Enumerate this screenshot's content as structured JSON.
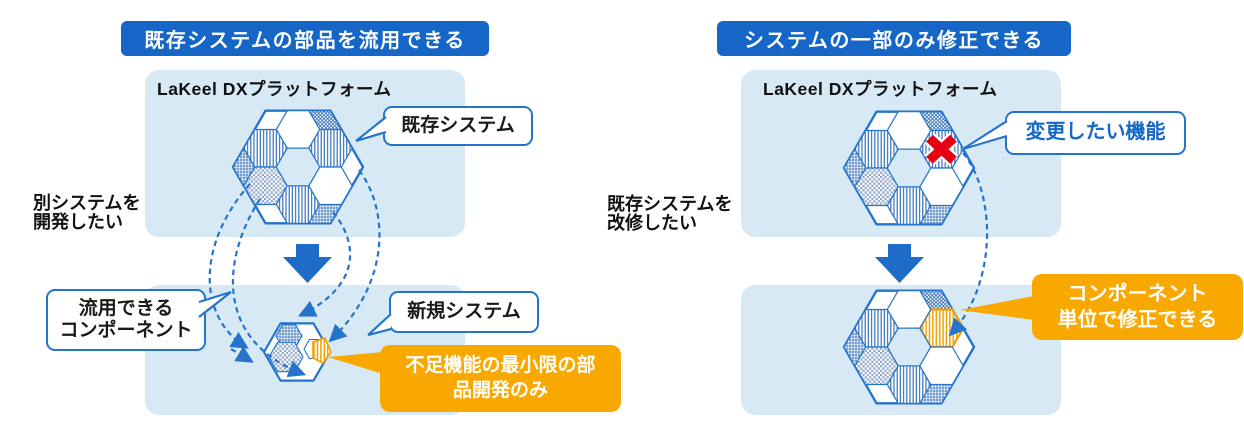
{
  "diagram": {
    "left": {
      "title": "既存システムの部品を流用できる",
      "platform_label": "LaKeel DXプラットフォーム",
      "side_note_line1": "別システムを",
      "side_note_line2": "開発したい",
      "callout_existing_system": "既存システム",
      "callout_reusable_line1": "流用できる",
      "callout_reusable_line2": "コンポーネント",
      "callout_new_system": "新規システム",
      "highlight_line1": "不足機能の最小限の部",
      "highlight_line2": "品開発のみ"
    },
    "right": {
      "title": "システムの一部のみ修正できる",
      "platform_label": "LaKeel DXプラットフォーム",
      "side_note_line1": "既存システムを",
      "side_note_line2": "改修したい",
      "callout_target_function": "変更したい機能",
      "highlight_line1": "コンポーネント",
      "highlight_line2": "単位で修正できる"
    },
    "icons": {
      "red_cross_icon": "✖",
      "down_arrow_icon": "▼"
    },
    "colors": {
      "primary_blue": "#1566c6",
      "outline_blue": "#2574cb",
      "panel_light_blue": "#d8e9f6",
      "accent_orange": "#f9a800",
      "alert_red": "#e60012",
      "text_dark": "#111111",
      "text_white": "#ffffff"
    }
  }
}
